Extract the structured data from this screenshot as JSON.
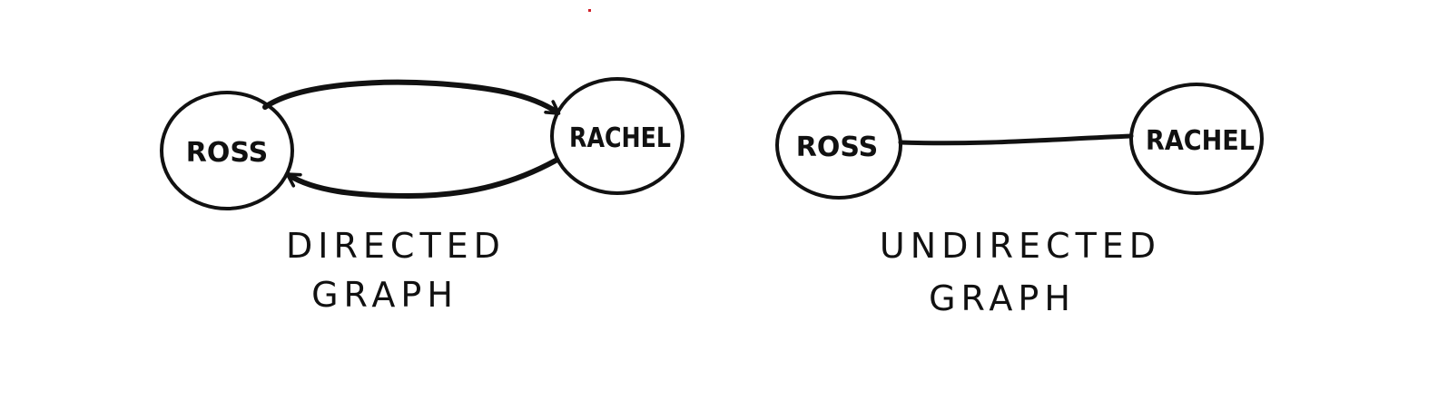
{
  "directed_graph": {
    "node_left": "ROSS",
    "node_right": "RACHEL",
    "caption_line1": "DIRECTED",
    "caption_line2": "GRAPH"
  },
  "undirected_graph": {
    "node_left": "ROSS",
    "node_right": "RACHEL",
    "caption_line1": "UNDIRECTED",
    "caption_line2": "GRAPH"
  },
  "colors": {
    "ink": "#111111",
    "background": "#ffffff"
  }
}
